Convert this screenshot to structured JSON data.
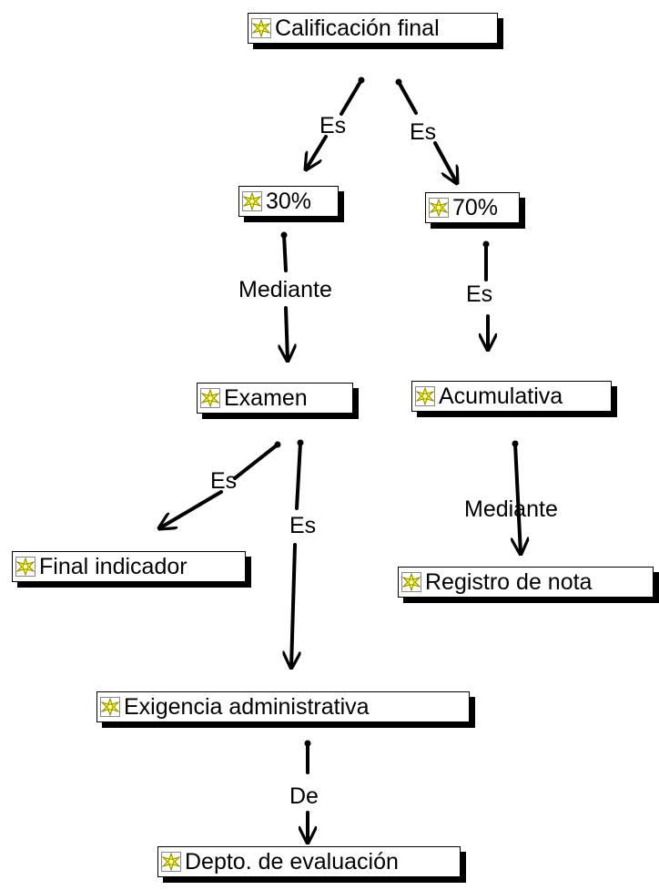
{
  "nodes": {
    "calificacion_final": "Calificación final",
    "treinta": "30%",
    "setenta": "70%",
    "examen": "Examen",
    "acumulativa": "Acumulativa",
    "final_indicador": "Final indicador",
    "registro_nota": "Registro de nota",
    "exigencia": "Exigencia administrativa",
    "depto": "Depto. de evaluación"
  },
  "links": {
    "es_left": "Es",
    "es_right": "Es",
    "mediante_left": "Mediante",
    "es_70": "Es",
    "es_final": "Es",
    "es_exigencia": "Es",
    "mediante_right": "Mediante",
    "de": "De"
  },
  "icon": "concept-sparkle-icon",
  "colors": {
    "icon_fill": "#ffff00",
    "icon_stroke": "#8a8a00",
    "line": "#000000"
  }
}
